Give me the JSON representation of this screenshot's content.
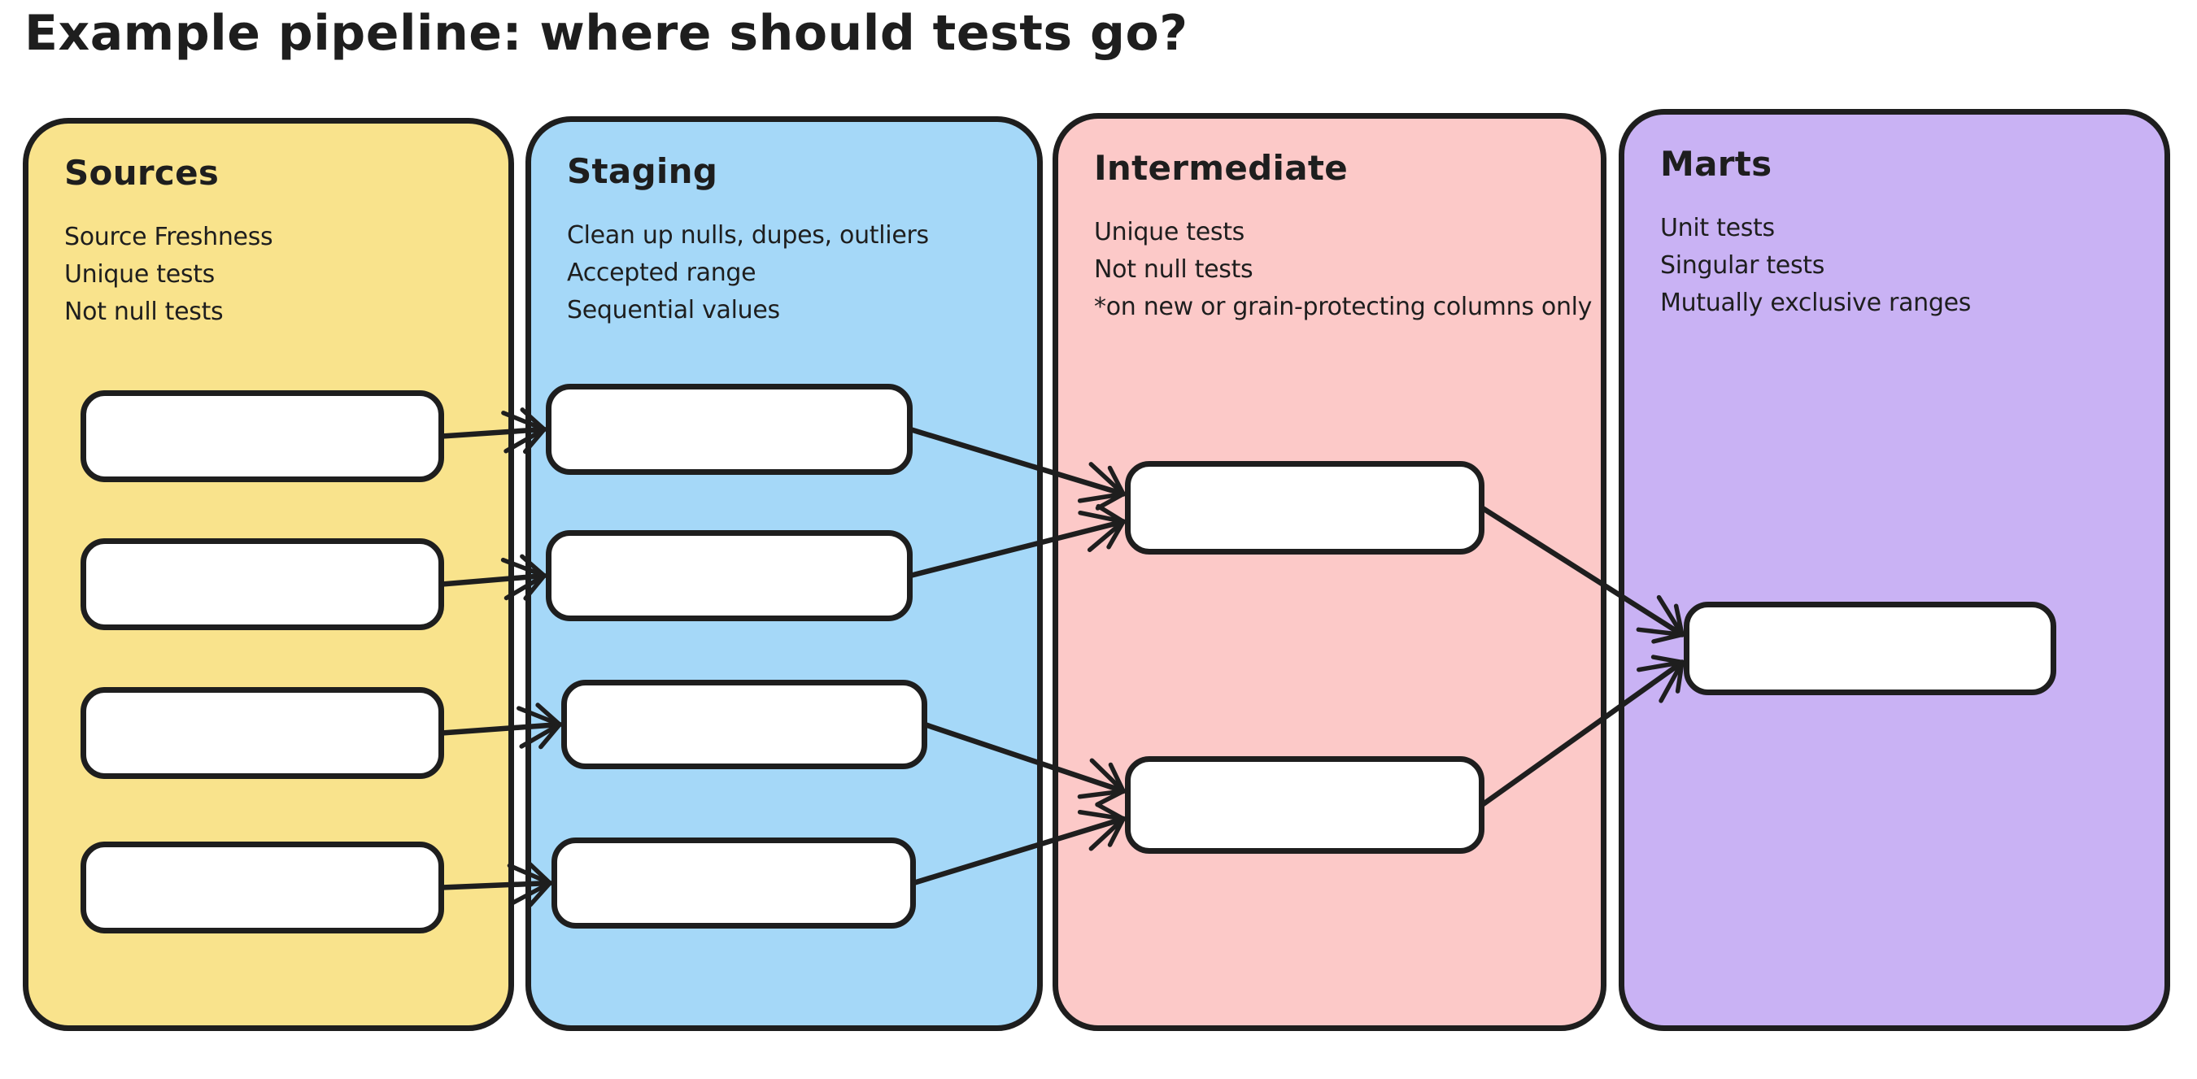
{
  "title": "Example pipeline: where should tests go?",
  "colors": {
    "canvas_background": "#ffffff",
    "stroke": "#1e1e1e",
    "node_fill": "#ffffff"
  },
  "columns": [
    {
      "id": "sources",
      "title": "Sources",
      "color": "#f9e38c",
      "notes": [
        "Source Freshness",
        "Unique tests",
        "Not null tests"
      ],
      "node_count": 4
    },
    {
      "id": "staging",
      "title": "Staging",
      "color": "#a5d8f8",
      "notes": [
        "Clean up nulls, dupes, outliers",
        "Accepted range",
        "Sequential values"
      ],
      "node_count": 4
    },
    {
      "id": "intermediate",
      "title": "Intermediate",
      "color": "#fcc9c8",
      "notes": [
        "Unique tests",
        "Not null tests",
        "*on new or grain-protecting columns only"
      ],
      "node_count": 2
    },
    {
      "id": "marts",
      "title": "Marts",
      "color": "#c9b2f4",
      "notes": [
        "Unit tests",
        "Singular tests",
        "Mutually exclusive ranges"
      ],
      "node_count": 1
    }
  ],
  "edges": [
    {
      "from": "sources-1",
      "to": "staging-1"
    },
    {
      "from": "sources-2",
      "to": "staging-2"
    },
    {
      "from": "sources-3",
      "to": "staging-3"
    },
    {
      "from": "sources-4",
      "to": "staging-4"
    },
    {
      "from": "staging-1",
      "to": "intermediate-1"
    },
    {
      "from": "staging-2",
      "to": "intermediate-1"
    },
    {
      "from": "staging-3",
      "to": "intermediate-2"
    },
    {
      "from": "staging-4",
      "to": "intermediate-2"
    },
    {
      "from": "intermediate-1",
      "to": "marts-1"
    },
    {
      "from": "intermediate-2",
      "to": "marts-1"
    }
  ]
}
